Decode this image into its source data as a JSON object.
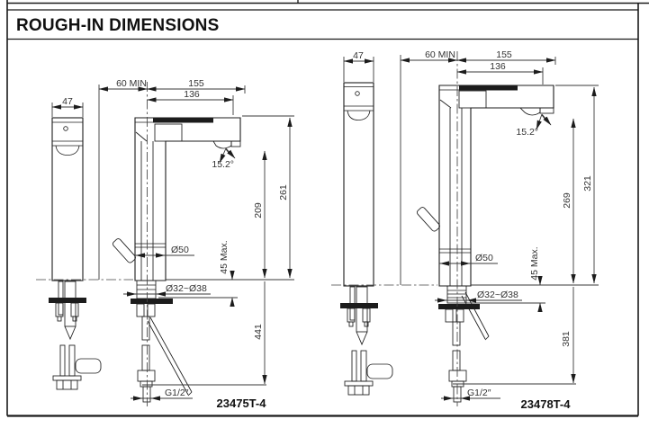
{
  "header": {
    "title": "ROUGH-IN DIMENSIONS"
  },
  "drawings": [
    {
      "model": "23475T-4",
      "labels": {
        "side_width": "47",
        "wall_min": "60 MIN",
        "spout_overall": "155",
        "spout_reach": "136",
        "spray_angle": "15.2°",
        "height_overall": "261",
        "height_spout": "209",
        "body_diameter": "Ø50",
        "mount_hole": "Ø32~Ø38",
        "deck_thickness": "45 Max.",
        "length_total": "441",
        "supply_thread": "G1/2″"
      }
    },
    {
      "model": "23478T-4",
      "labels": {
        "side_width": "47",
        "wall_min": "60 MIN",
        "spout_overall": "155",
        "spout_reach": "136",
        "spray_angle": "15.2°",
        "height_overall": "321",
        "height_spout": "269",
        "body_diameter": "Ø50",
        "mount_hole": "Ø32~Ø38",
        "deck_thickness": "45 Max.",
        "length_total": "381",
        "supply_thread": "G1/2″"
      }
    }
  ],
  "colors": {
    "line": "#1c1c1c",
    "background": "#ffffff"
  }
}
